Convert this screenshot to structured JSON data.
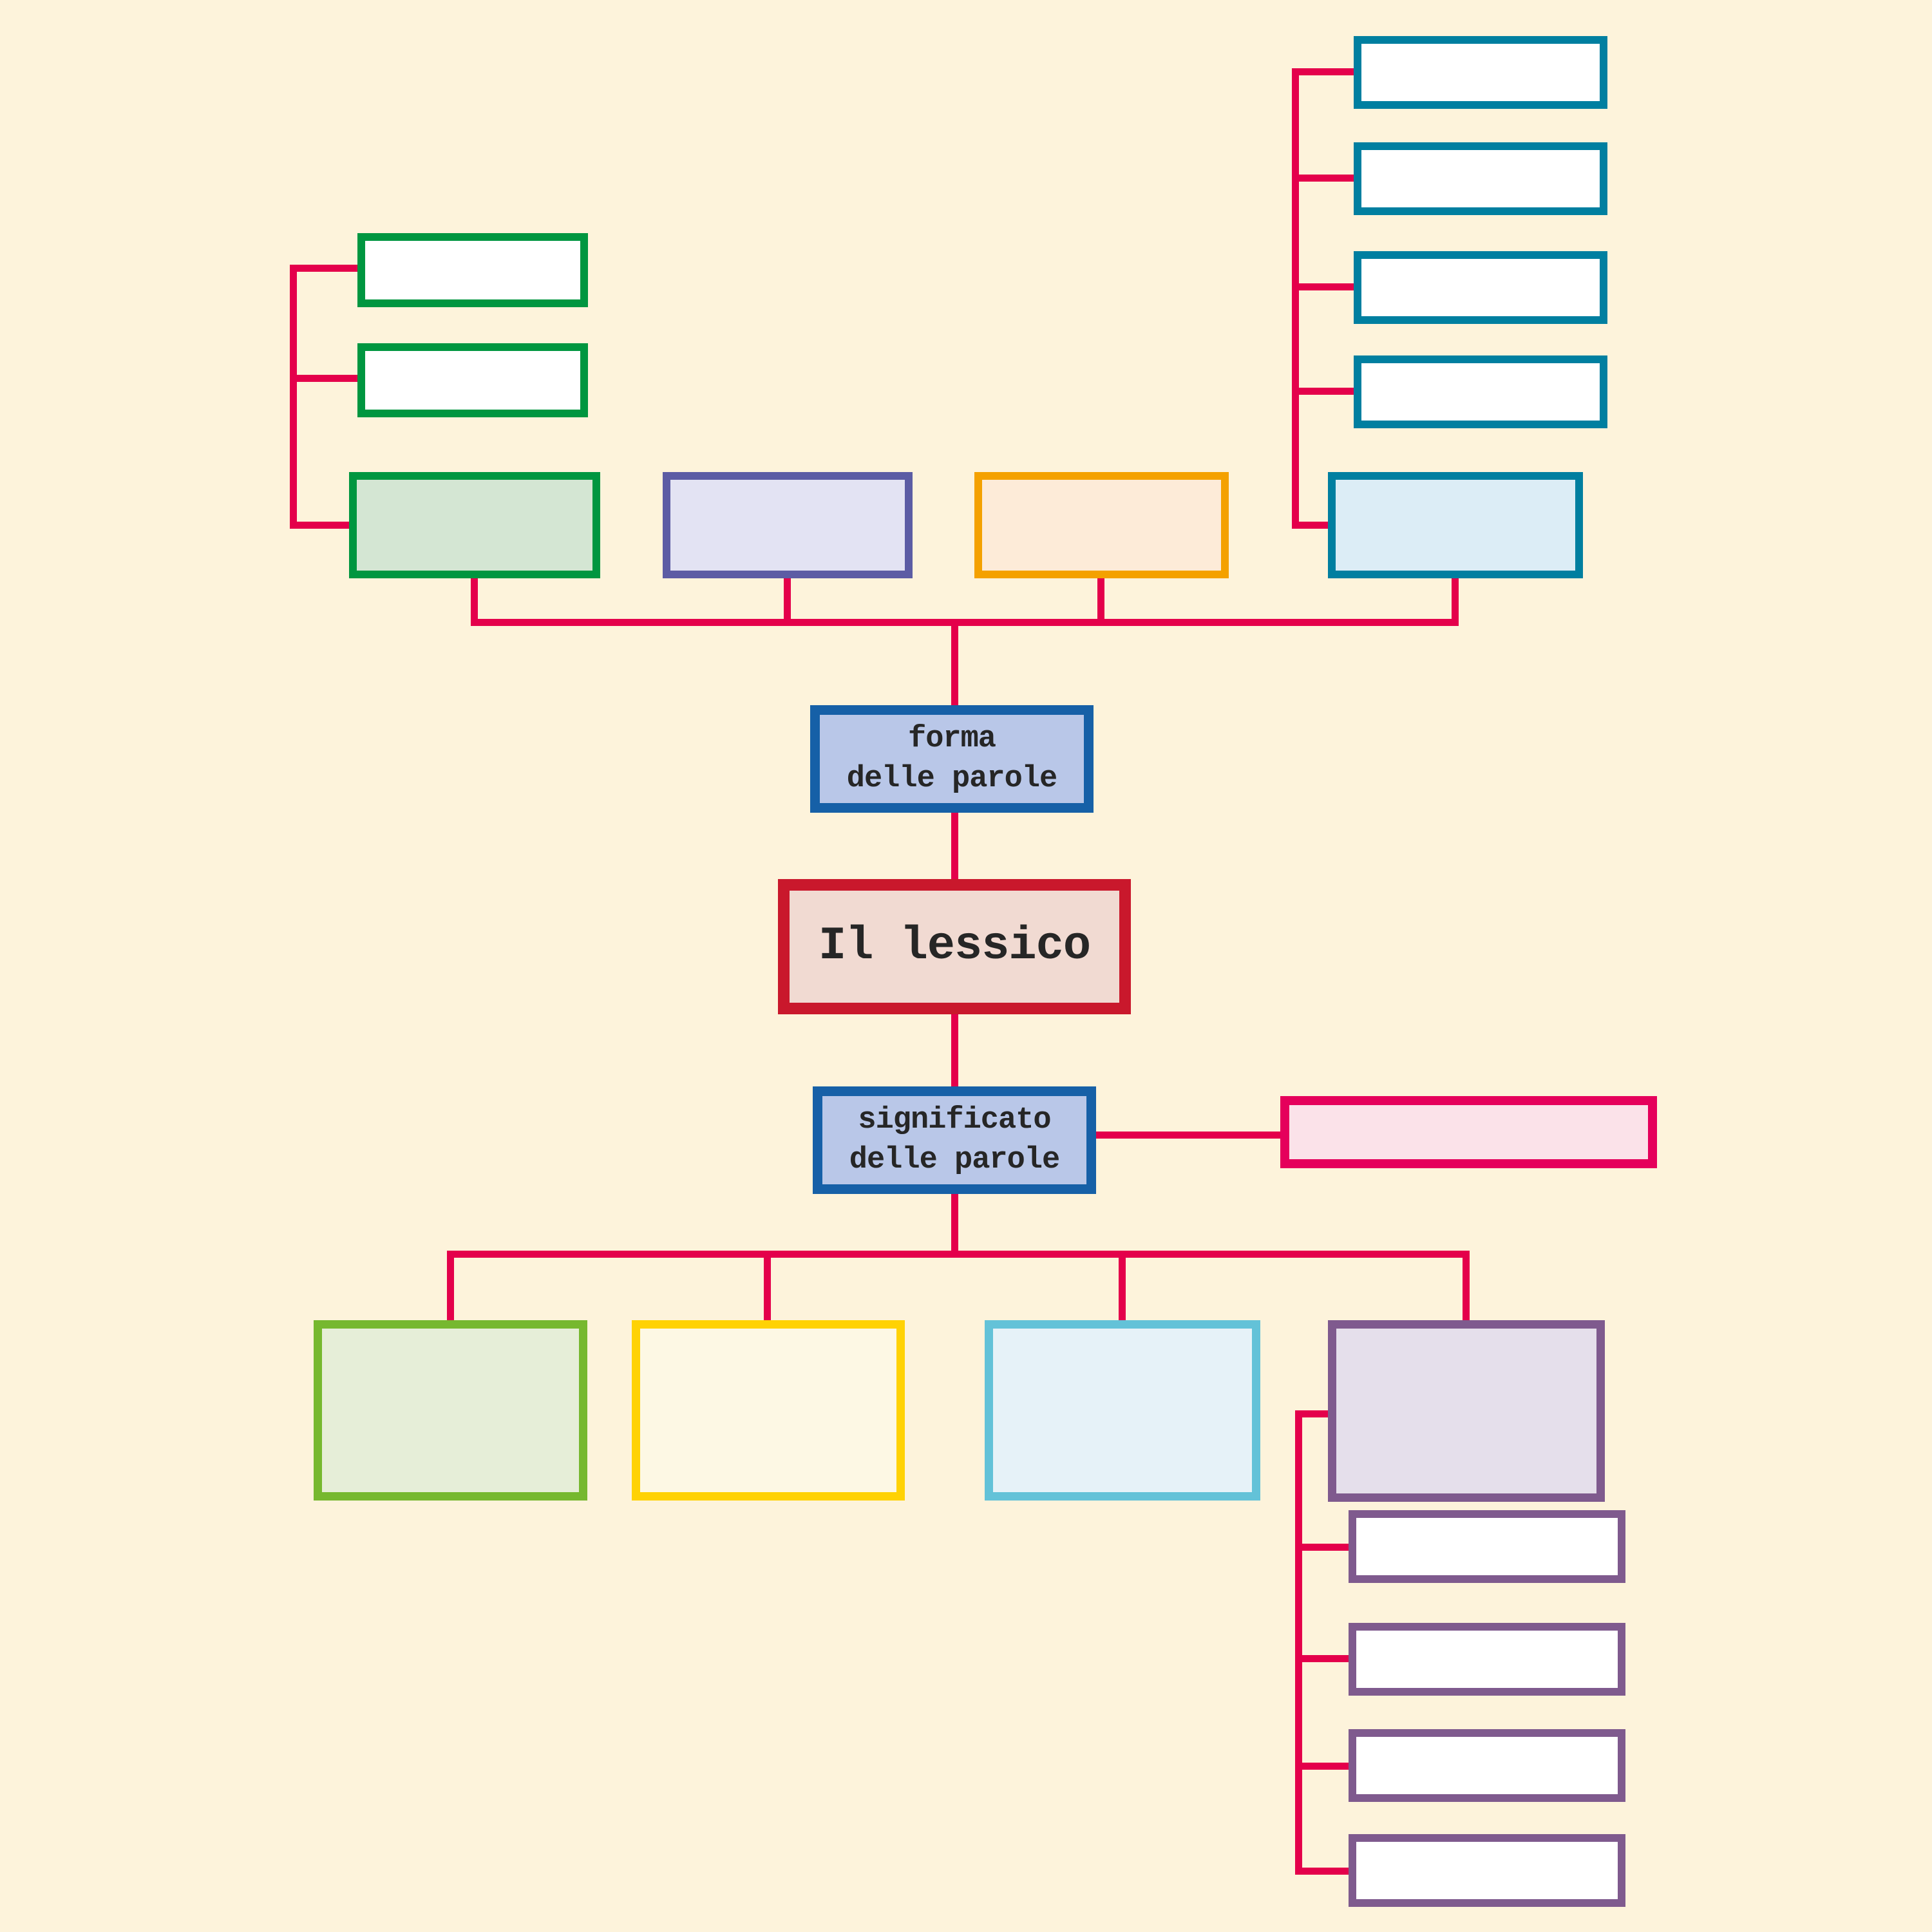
{
  "title": "Il lessico",
  "palette": {
    "background": "#fdf3db",
    "connector": "#e4004b",
    "text": "#262626"
  },
  "nodes": [
    {
      "id": "empty-box-top-left-1",
      "label": "",
      "border": "#009640",
      "fill": "#ffffff"
    },
    {
      "id": "empty-box-top-left-2",
      "label": "",
      "border": "#009640",
      "fill": "#ffffff"
    },
    {
      "id": "green-category-box",
      "label": "",
      "border": "#009640",
      "fill": "#d4e6d3"
    },
    {
      "id": "lavender-category-box",
      "label": "",
      "border": "#5c5ca4",
      "fill": "#e3e3f3"
    },
    {
      "id": "orange-category-box",
      "label": "",
      "border": "#f4a100",
      "fill": "#fdebd8"
    },
    {
      "id": "teal-category-box",
      "label": "",
      "border": "#007fa0",
      "fill": "#dcedf6"
    },
    {
      "id": "empty-box-top-right-1",
      "label": "",
      "border": "#007fa0",
      "fill": "#ffffff"
    },
    {
      "id": "empty-box-top-right-2",
      "label": "",
      "border": "#007fa0",
      "fill": "#ffffff"
    },
    {
      "id": "empty-box-top-right-3",
      "label": "",
      "border": "#007fa0",
      "fill": "#ffffff"
    },
    {
      "id": "empty-box-top-right-4",
      "label": "",
      "border": "#007fa0",
      "fill": "#ffffff"
    },
    {
      "id": "forma-delle-parole-box",
      "label": "forma\ndelle parole",
      "border": "#1660a7",
      "fill": "#b9c7e8"
    },
    {
      "id": "il-lessico-box",
      "label": "Il lessico",
      "border": "#c9182c",
      "fill": "#f1dad2"
    },
    {
      "id": "significato-delle-parole-box",
      "label": "significato\ndelle parole",
      "border": "#1660a7",
      "fill": "#b9c7e8"
    },
    {
      "id": "pink-note-box",
      "label": "",
      "border": "#e5005b",
      "fill": "#fbe2e9"
    },
    {
      "id": "bottom-green-category-box",
      "label": "",
      "border": "#76b82f",
      "fill": "#e6eed8"
    },
    {
      "id": "bottom-yellow-category-box",
      "label": "",
      "border": "#ffd204",
      "fill": "#fdf8e4"
    },
    {
      "id": "bottom-blue-category-box",
      "label": "",
      "border": "#63c2d8",
      "fill": "#e6f2f8"
    },
    {
      "id": "bottom-purple-category-box",
      "label": "",
      "border": "#7f5a8e",
      "fill": "#e5dfeb"
    },
    {
      "id": "empty-box-bottom-right-1",
      "label": "",
      "border": "#7f5a8e",
      "fill": "#ffffff"
    },
    {
      "id": "empty-box-bottom-right-2",
      "label": "",
      "border": "#7f5a8e",
      "fill": "#ffffff"
    },
    {
      "id": "empty-box-bottom-right-3",
      "label": "",
      "border": "#7f5a8e",
      "fill": "#ffffff"
    },
    {
      "id": "empty-box-bottom-right-4",
      "label": "",
      "border": "#7f5a8e",
      "fill": "#ffffff"
    }
  ]
}
